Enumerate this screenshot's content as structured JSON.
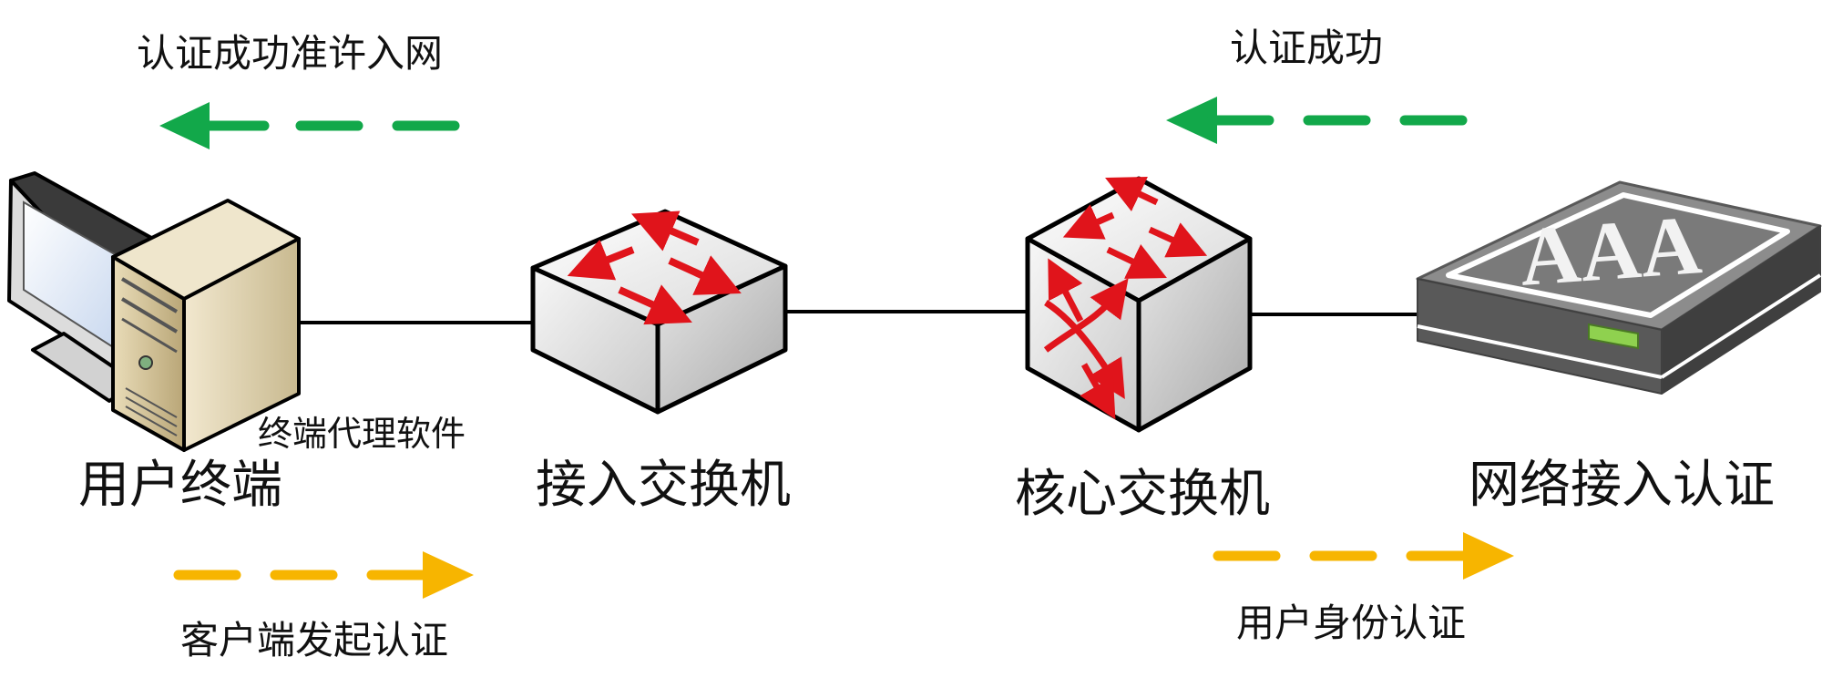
{
  "messages": {
    "auth_success_allow": "认证成功准许入网",
    "auth_success": "认证成功",
    "client_start_auth": "客户端发起认证",
    "user_identity_auth": "用户身份认证"
  },
  "nodes": {
    "user_terminal": "用户终端",
    "agent_software": "终端代理软件",
    "access_switch": "接入交换机",
    "core_switch": "核心交换机",
    "network_access_auth": "网络接入认证",
    "aaa": "AAA"
  },
  "colors": {
    "success_arrow": "#12a84a",
    "request_arrow": "#f7b500",
    "switch_arrows": "#e0141b",
    "link": "#000000",
    "server_body": "#595959",
    "server_led": "#8fd14f"
  }
}
